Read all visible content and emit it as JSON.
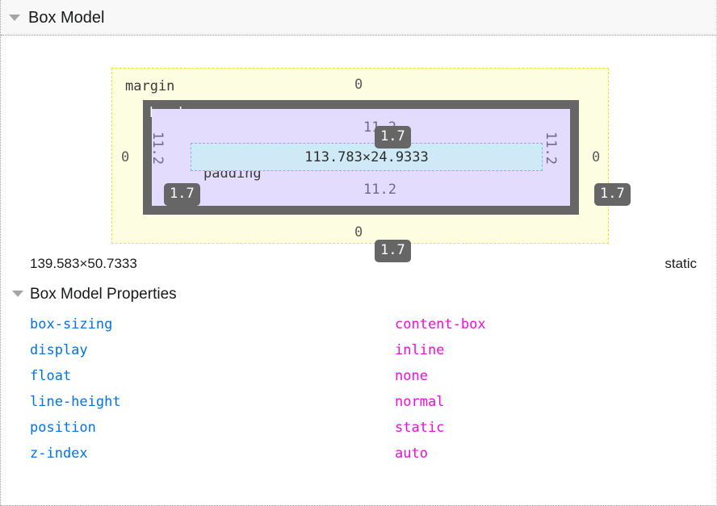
{
  "header": {
    "title": "Box Model",
    "twisty": "triangle-down-icon"
  },
  "box_model": {
    "regions": {
      "margin_label": "margin",
      "border_label": "border",
      "padding_label": "padding"
    },
    "content_dimensions": "113.783×24.9333",
    "margin_values": {
      "top": "0",
      "right": "0",
      "bottom": "0",
      "left": "0"
    },
    "border_values": {
      "top": "1.7",
      "right": "1.7",
      "bottom": "1.7",
      "left": "1.7"
    },
    "padding_values": {
      "top": "11.2",
      "right": "11.2",
      "bottom": "11.2",
      "left": "11.2"
    },
    "colors": {
      "margin": "#fdfde1",
      "margin_border": "#e8e82e",
      "border": "#666666",
      "padding": "#e4dcfd",
      "content": "#cfeaf6",
      "content_border": "#6bbde3"
    }
  },
  "summary": {
    "dimensions": "139.583×50.7333",
    "position": "static"
  },
  "properties_section": {
    "title": "Box Model Properties",
    "twisty": "triangle-down-icon",
    "rows": [
      {
        "name": "box-sizing",
        "value": "content-box"
      },
      {
        "name": "display",
        "value": "inline"
      },
      {
        "name": "float",
        "value": "none"
      },
      {
        "name": "line-height",
        "value": "normal"
      },
      {
        "name": "position",
        "value": "static"
      },
      {
        "name": "z-index",
        "value": "auto"
      }
    ],
    "colors": {
      "name": "#0074e8",
      "value": "#ed0edb"
    }
  }
}
